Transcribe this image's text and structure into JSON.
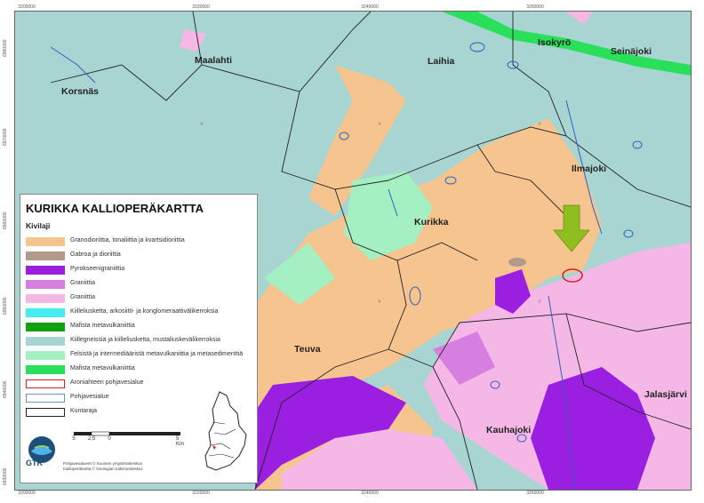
{
  "map": {
    "title": "KURIKKA KALLIOPERÄKARTTA",
    "legend_subtitle": "Kivilaji",
    "legend": [
      {
        "label": "Granodioriittia, tonaliittia ja kvartsidioriittia",
        "color": "#f6c48e"
      },
      {
        "label": "Gabroa ja dioriittia",
        "color": "#b39a8a"
      },
      {
        "label": "Pyrokseenigraniittia",
        "color": "#9b1fe0"
      },
      {
        "label": "Graniittia",
        "color": "#d67fe0"
      },
      {
        "label": "Graniittia",
        "color": "#f5b8e6"
      },
      {
        "label": "Kiilleliusketta, arkosiitti- ja konglomeraattivälikerroksia",
        "color": "#45ecf0"
      },
      {
        "label": "Mafista metavulkaniittia",
        "color": "#12a012"
      },
      {
        "label": "Kiillegneissiä ja kiilleliusketta, mustaliuskevälikerroksia",
        "color": "#a8d5d1"
      },
      {
        "label": "Felsistä ja intermediääristä metavulkaniittia ja metasedimenttiä",
        "color": "#a4f0c2"
      },
      {
        "label": "Mafista metavulkaniittia",
        "color": "#2ae05a"
      },
      {
        "label": "Aroniahteen pohjavesialue",
        "color": "#d62020",
        "kind": "outline"
      },
      {
        "label": "Pohjavesialue",
        "color": "#6d93c8",
        "kind": "outline"
      },
      {
        "label": "Kuntaraja",
        "color": "#222222",
        "kind": "outline"
      }
    ],
    "places": [
      "Maalahti",
      "Laihia",
      "Isokyrö",
      "Seinäjoki",
      "Korsnäs",
      "Ilmajoki",
      "Kurikka",
      "Teuva",
      "Jalasjärvi",
      "Kauhajoki"
    ],
    "top_coords": [
      "3200000",
      "3220000",
      "3240000",
      "3260000"
    ],
    "bottom_coords": [
      "3200000",
      "3220000",
      "3240000",
      "3260000"
    ],
    "left_coords": [
      "6980000",
      "6970000",
      "6960000",
      "6950000",
      "6940000",
      "6930000"
    ],
    "scale_labels": [
      "5",
      "2,5",
      "0",
      "5 Km"
    ],
    "logo_text": "GTK",
    "credits": [
      "Pohjavesialueet © Suomen ympäristökeskus",
      "Kallioperäkartta © Geologian tutkimuskeskus"
    ],
    "colors": {
      "arrow": "#8fbf1f",
      "river": "#2f5fc0",
      "boundary": "#222222"
    }
  }
}
